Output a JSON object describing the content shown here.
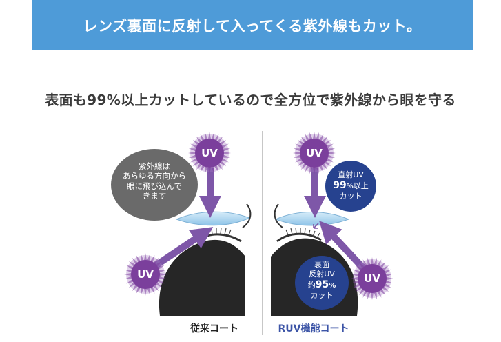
{
  "banner": {
    "text": "レンズ裏面に反射して入ってくる紫外線もカット。"
  },
  "headline": "表面も99%以上カットしているので全方位で紫外線から眼を守る",
  "left_panel": {
    "bubble_lines": [
      "紫外線は",
      "あらゆる方向から",
      "眼に飛び込んで",
      "きます"
    ],
    "uv_top": "UV",
    "uv_bottom": "UV",
    "caption": "従来コート"
  },
  "right_panel": {
    "direct_bubble": {
      "line1": "直射UV",
      "percent": "99",
      "pct_sign": "%",
      "suffix": "以上",
      "line3": "カット"
    },
    "back_bubble": {
      "line1": "裏面",
      "line2": "反射UV",
      "prefix": "約",
      "percent": "95",
      "pct_sign": "%",
      "line4": "カット"
    },
    "uv_top": "UV",
    "uv_bottom": "UV",
    "caption": "RUV機能コート"
  },
  "colors": {
    "banner": "#4e9bd8",
    "uv_purple": "#7b3f9c",
    "arrow_purple": "#7e57a8",
    "navy": "#26428f",
    "gray_bubble": "#6a6a6a",
    "lens": "#a9d3ee"
  }
}
